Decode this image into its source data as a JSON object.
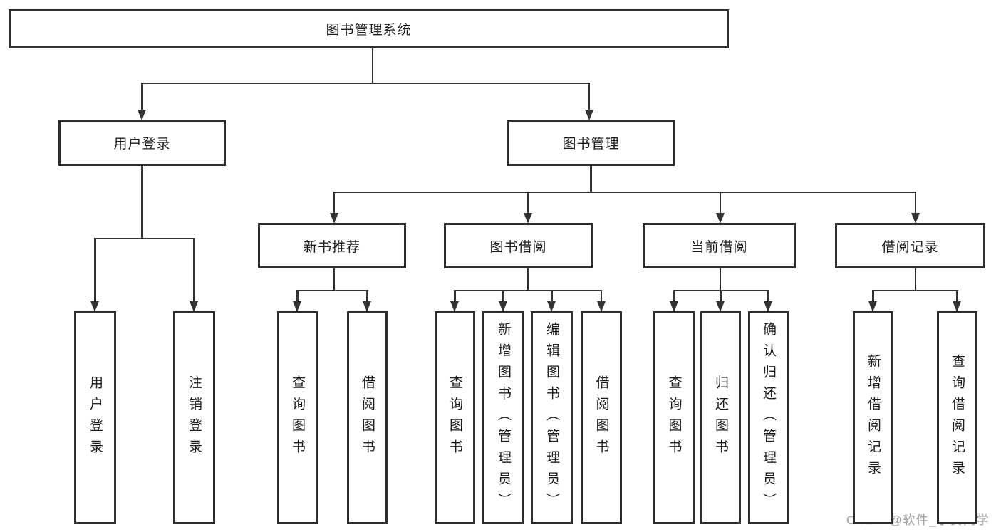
{
  "diagram": {
    "title": "图书管理系统",
    "nodes": [
      {
        "id": "root",
        "label": "图书管理系统",
        "parent": null
      },
      {
        "id": "user-login",
        "label": "用户登录",
        "parent": "root"
      },
      {
        "id": "book-mgmt",
        "label": "图书管理",
        "parent": "root"
      },
      {
        "id": "new-book-rec",
        "label": "新书推荐",
        "parent": "book-mgmt"
      },
      {
        "id": "book-borrow",
        "label": "图书借阅",
        "parent": "book-mgmt"
      },
      {
        "id": "current-borrow",
        "label": "当前借阅",
        "parent": "book-mgmt"
      },
      {
        "id": "borrow-record",
        "label": "借阅记录",
        "parent": "book-mgmt"
      },
      {
        "id": "leaf-user-login",
        "label": "用户登录",
        "parent": "user-login"
      },
      {
        "id": "leaf-logout",
        "label": "注销登录",
        "parent": "user-login"
      },
      {
        "id": "leaf-nb-query",
        "label": "查询图书",
        "parent": "new-book-rec"
      },
      {
        "id": "leaf-nb-borrow",
        "label": "借阅图书",
        "parent": "new-book-rec"
      },
      {
        "id": "leaf-bb-query",
        "label": "查询图书",
        "parent": "book-borrow"
      },
      {
        "id": "leaf-bb-add",
        "label": "新增图书（管理员）",
        "parent": "book-borrow"
      },
      {
        "id": "leaf-bb-edit",
        "label": "编辑图书（管理员）",
        "parent": "book-borrow"
      },
      {
        "id": "leaf-bb-borrow",
        "label": "借阅图书",
        "parent": "book-borrow"
      },
      {
        "id": "leaf-cb-query",
        "label": "查询图书",
        "parent": "current-borrow"
      },
      {
        "id": "leaf-cb-return",
        "label": "归还图书",
        "parent": "current-borrow"
      },
      {
        "id": "leaf-cb-confirm",
        "label": "确认归还（管理员）",
        "parent": "current-borrow"
      },
      {
        "id": "leaf-br-add",
        "label": "新增借阅记录",
        "parent": "borrow-record"
      },
      {
        "id": "leaf-br-query",
        "label": "查询借阅记录",
        "parent": "borrow-record"
      }
    ]
  },
  "watermark": {
    "text": "CSDN @软件_小贺同学"
  },
  "colors": {
    "background": "#ffffff",
    "box_fill": "#ffffff",
    "box_border": "#2e2e2e",
    "line": "#333333",
    "text": "#1c1c1c",
    "watermark": "#9da1a6"
  }
}
